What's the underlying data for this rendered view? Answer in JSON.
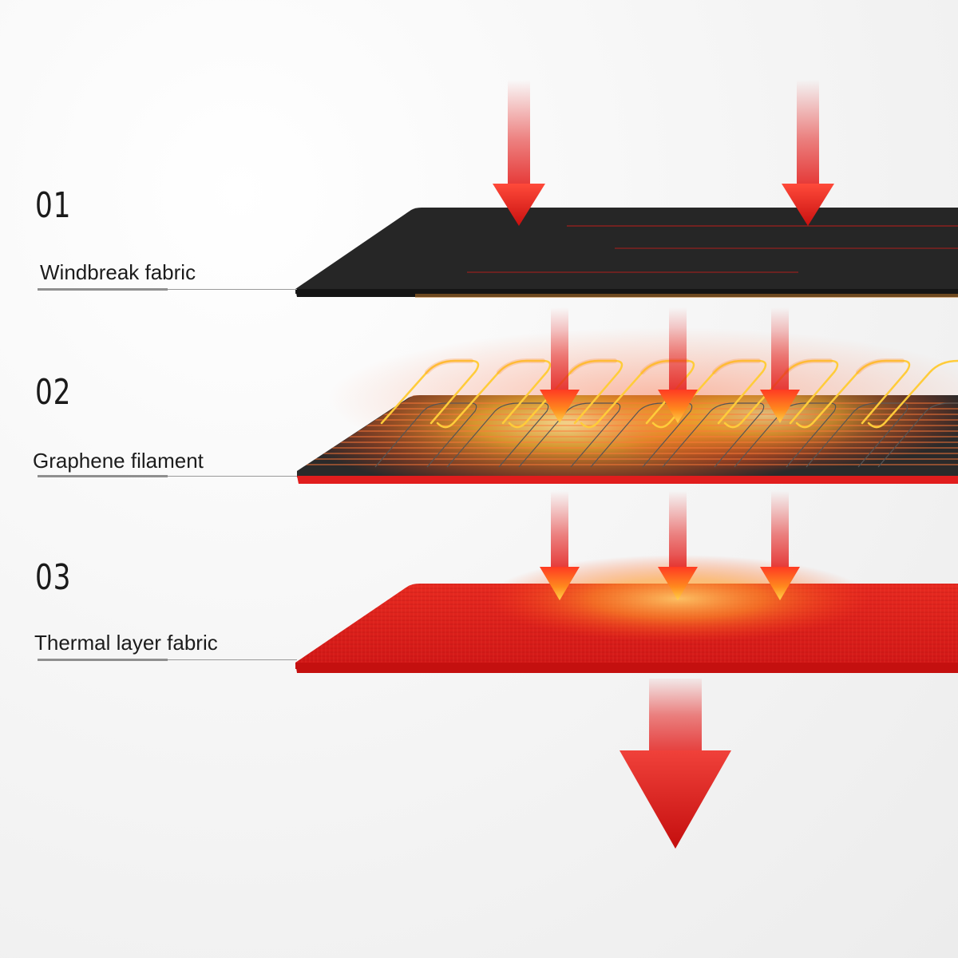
{
  "layers": [
    {
      "number": "01",
      "name": "Windbreak fabric"
    },
    {
      "number": "02",
      "name": "Graphene filament"
    },
    {
      "number": "03",
      "name": "Thermal layer fabric"
    }
  ],
  "colors": {
    "windbreak_layer": "#262626",
    "filament_base": "#2a2a2a",
    "thermal_layer": "#e01b1b",
    "arrow_red": "#e3201e",
    "glow_orange": "#ffb02e",
    "text": "#1a1a1a"
  },
  "icons": [
    "heat-arrow-down-icon",
    "large-output-arrow-icon"
  ]
}
